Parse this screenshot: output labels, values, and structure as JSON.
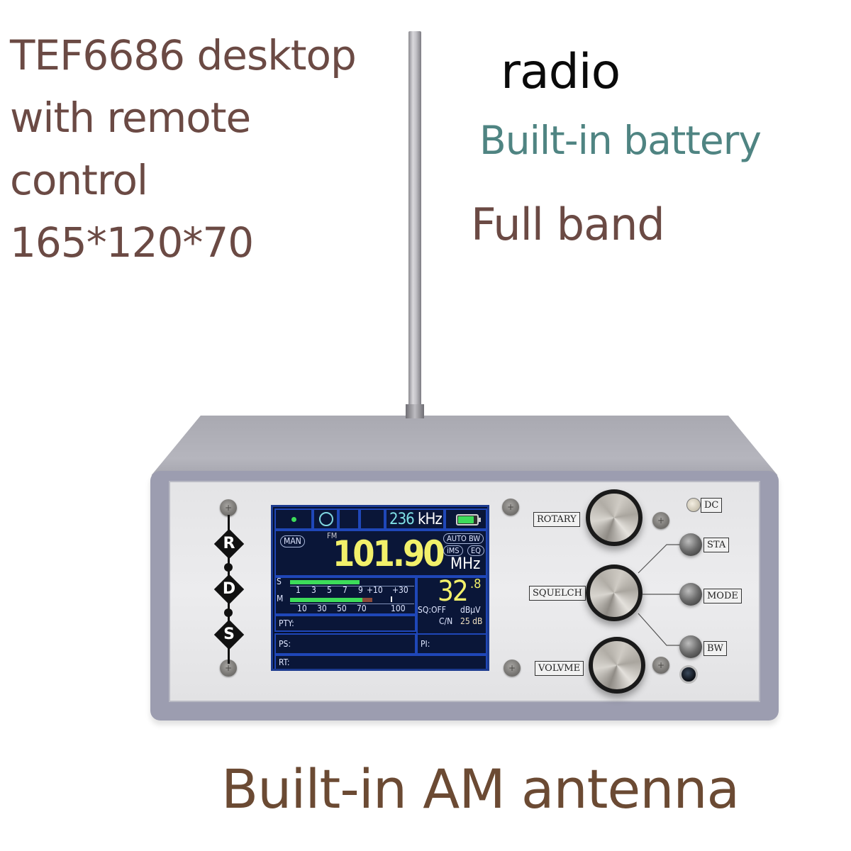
{
  "captions": {
    "title_lines": [
      "TEF6686 desktop",
      "with remote",
      "control",
      "165*120*70"
    ],
    "radio": "radio",
    "battery": "Built-in battery",
    "full_band": "Full band",
    "am_antenna": "Built-in AM antenna"
  },
  "colors": {
    "caption_brown": "#6b4a44",
    "caption_teal": "#4f8482",
    "lcd_bg": "#06102e",
    "lcd_border": "#1f47b8",
    "freq_yellow": "#f2f06a",
    "meter_green": "#3ddc5a",
    "bandwidth_cyan": "#7fe0e4",
    "case_gray": "#9c9db0"
  },
  "device": {
    "rds_letters": [
      "R",
      "D",
      "S"
    ],
    "knobs": [
      {
        "label": "ROTARY"
      },
      {
        "label": "SQUELCH"
      },
      {
        "label": "VOLVME"
      }
    ],
    "buttons": [
      {
        "label": "STA"
      },
      {
        "label": "MODE"
      },
      {
        "label": "BW"
      }
    ],
    "dc_label": "DC"
  },
  "lcd": {
    "bandwidth_value": "236",
    "bandwidth_unit": "kHz",
    "tune_mode": "MAN",
    "band": "FM",
    "frequency": "101.90",
    "frequency_unit": "MHz",
    "badges": [
      "AUTO BW",
      "iMS",
      "EQ"
    ],
    "s_meter_label": "S",
    "s_scale": [
      "1",
      "3",
      "5",
      "7",
      "9",
      "+10",
      "+30"
    ],
    "m_meter_label": "M",
    "m_scale": [
      "10",
      "30",
      "50",
      "70",
      "100"
    ],
    "signal_main": "32",
    "signal_decimal": ".8",
    "signal_unit": "dBμV",
    "squelch": "SQ:OFF",
    "cn_label": "C/N",
    "cn_value": "25 dB",
    "pty_label": "PTY:",
    "ps_label": "PS:",
    "pi_label": "PI:",
    "rt_label": "RT:"
  }
}
